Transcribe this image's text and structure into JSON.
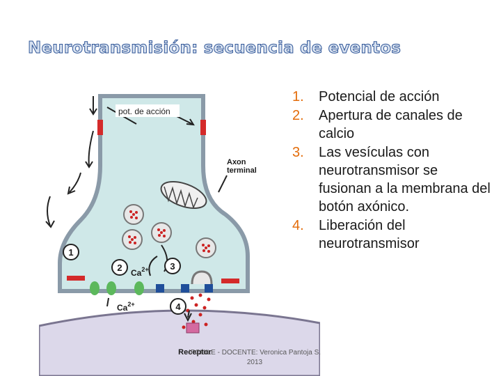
{
  "slide": {
    "title": "Neurotransmisión: secuencia de eventos"
  },
  "diagram": {
    "action_potential_label": "pot. de acción",
    "axon_terminal_label": [
      "Axon",
      "terminal"
    ],
    "receptor_label": "Receptor",
    "calcium_label": "Ca",
    "calcium_superscript": "2+",
    "step_markers": [
      "1",
      "2",
      "3",
      "4"
    ],
    "colors": {
      "cytoplasm": "#cfe8e8",
      "membrane": "#8a9aa8",
      "channel": "#d42a2a",
      "calcium_channel": "#5cb85c",
      "release_site": "#1f4e9a",
      "vesicle": "#e8e8e8",
      "neurotransmitter": "#cc2222",
      "receptor": "#d46aa0",
      "postsynaptic": "#dcd8ea"
    }
  },
  "steps": [
    {
      "number": "1.",
      "text": "Potencial de acción"
    },
    {
      "number": "2.",
      "text": "Apertura de canales de calcio"
    },
    {
      "number": "3.",
      "text": "Las vesículas con neurotransmisor se fusionan a la membrana del botón axónico."
    },
    {
      "number": "4.",
      "text": "Liberación del neurotransmisor"
    }
  ],
  "footer": {
    "line1": "IPCHILE - DOCENTE:  Veronica Pantoja S.",
    "line2": "2013"
  }
}
